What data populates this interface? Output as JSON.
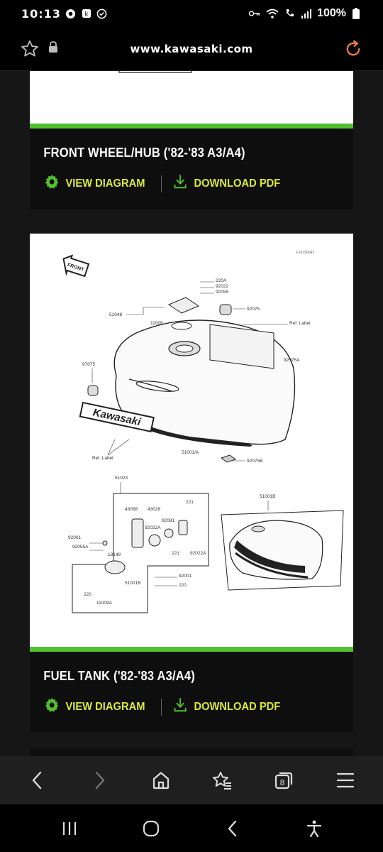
{
  "status": {
    "time": "10:13",
    "battery": "100%"
  },
  "browser": {
    "url": "www.kawasaki.com"
  },
  "cards": [
    {
      "title": "FRONT WHEEL/HUB ('82-'83 A3/A4)",
      "view_label": "VIEW DIAGRAM",
      "download_label": "DOWNLOAD PDF"
    },
    {
      "title": "FUEL TANK ('82-'83 A3/A4)",
      "view_label": "VIEW DIAGRAM",
      "download_label": "DOWNLOAD PDF",
      "diagram": {
        "front_label": "FRONT",
        "brand_label": "Kawasaki",
        "part_labels": [
          "220A",
          "92022",
          "92055",
          "51048",
          "11009",
          "92075",
          "Ref. Label",
          "92075A",
          "97075",
          "Ref. Label",
          "51001/A",
          "92075B",
          "51023",
          "43058",
          "43028",
          "221",
          "92081",
          "92022A",
          "92001",
          "92055A",
          "18148",
          "221",
          "92022A",
          "92001",
          "220",
          "220",
          "11009A",
          "51001B"
        ]
      }
    }
  ],
  "colors": {
    "accent_green": "#52c12f",
    "action_yellow": "#dbe83a",
    "card_bg": "#0e0e0e",
    "page_bg": "#161616"
  }
}
